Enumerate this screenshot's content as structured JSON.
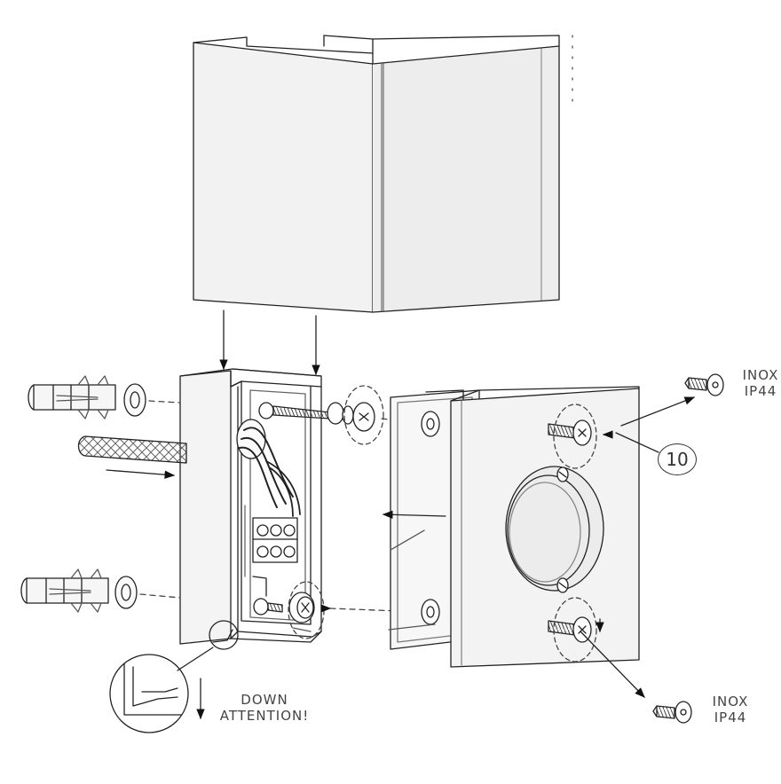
{
  "labels": {
    "inox_top_line1": "INOX",
    "inox_top_line2": "IP44",
    "inox_bottom_line1": "INOX",
    "inox_bottom_line2": "IP44",
    "part_number": "10",
    "down_line1": "DOWN",
    "down_line2": "ATTENTION!"
  },
  "colors": {
    "line": "#222222",
    "housing_fill": "#f1f1f1",
    "plate_fill": "#f3f3f3"
  }
}
